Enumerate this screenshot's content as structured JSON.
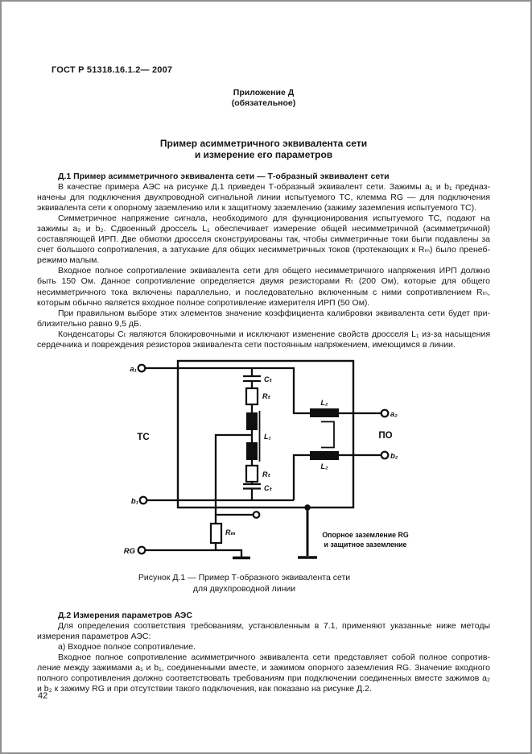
{
  "page": {
    "doc_number": "ГОСТ Р 51318.16.1.2— 2007",
    "page_number": "42"
  },
  "annex": {
    "label": "Приложение Д",
    "type": "(обязательное)"
  },
  "title": {
    "line1": "Пример  асимметричного  эквивалента  сети",
    "line2": "и измерение его параметров"
  },
  "section_d1": {
    "heading": "Д.1 Пример  асимметричного эквивалента сети — Т-образный эквивалент сети",
    "paragraphs": [
      "В качестве примера АЭС на рисунке Д.1 приведен  Т-образный эквивалент сети. Зажимы  a₁ и b₁  предназ­начены  для  подключения  двухпроводной  сигнальной  линии  испытуемого ТС,  клемма  RG — для  подключения эквивалента сети к опорному заземлению или  к защитному заземлению (зажиму заземления  испытуемого ТС).",
      "Симметричное напряжение сигнала, необходимого для функционирования испытуемого ТС, подают  на зажимы a₂ и b₂. Сдвоенный дроссель L₁  обеспечивает измерение общей несимметричной (асимметричной) составляющей ИРП. Две обмотки дросселя сконструированы так, чтобы симметричные  токи  были подавлены  за счет большого сопротивления,  а затухание для общих несимметричных токов (протекающих  к Rₘ) было пренеб­режимо  малым.",
      "Входное  полное  сопротивление эквивалента сети для общего несимметричного напряжения ИРП  должно быть 150 Ом.  Данное  сопротивление  определяется двумя резисторами Rₜ (200 Ом),  которые  для общего несимметричного  тока включены параллельно,  и последовательно включенным  с ними сопротивлением Rₘ, которым обычно является входное  полное сопротивление измерителя ИРП  (50 Ом).",
      "При правильном выборе этих элементов значение коэффициента калибровки эквивалента сети  будет  при­близительно равно  9,5 дБ.",
      "Конденсаторы  Cₜ  являются  блокировочными и исключают изменение свойств дросселя  L₁  из-за  насыще­ния  сердечника  и  повреждения  резисторов  эквивалента  сети  постоянным  напряжением,  имеющимся  в линии."
    ]
  },
  "figure": {
    "caption_line1": "Рисунок Д.1 — Пример  Т-образного  эквивалента  сети",
    "caption_line2": "для  двухпроводной  линии",
    "labels": {
      "a1": "a₁",
      "b1": "b₁",
      "a2": "a₂",
      "b2": "b₂",
      "rg": "RG",
      "tc": "ТС",
      "po": "ПО",
      "ct_top": "Cₜ",
      "rt_top": "Rₜ",
      "l1": "L₁",
      "rt_bottom": "Rₜ",
      "ct_bottom": "Cₜ",
      "l2_top": "L₂",
      "l2_bottom": "L₂",
      "rm": "Rₘ",
      "ground_note1": "Опорное заземление RG",
      "ground_note2": "и защитное заземление"
    }
  },
  "section_d2": {
    "heading": "Д.2 Измерения параметров АЭС",
    "paragraphs": [
      "Для определения соответствия требованиям, установленным  в 7.1,  применяют  указанные ниже методы измерения  параметров  АЭС:",
      "а) Входное  полное  сопротивление.",
      "Входное полное сопротивление асимметричного эквивалента сети представляет собой  полное  сопротив­ление между зажимами a₁ и b₁, соединенными вместе, и зажимом опорного  заземления  RG.  Значение  входно­го полного  сопротивления должно соответствовать  требованиям  при  подключении  соединенных вместе зажи­мов  a₂  и  b₂  к  зажиму RG и при  отсутствии такого подключения,  как показано  на  рисунке   Д.2."
    ]
  }
}
